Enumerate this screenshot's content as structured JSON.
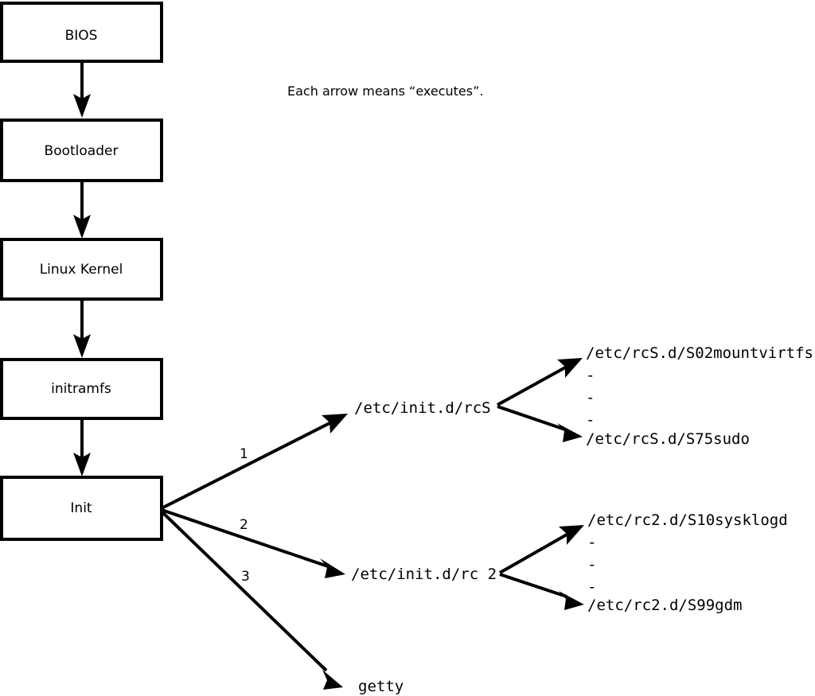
{
  "diagram": {
    "title_caption": "Each arrow means “executes”.",
    "boot_chain": [
      {
        "id": "bios",
        "label": "BIOS"
      },
      {
        "id": "bootloader",
        "label": "Bootloader"
      },
      {
        "id": "kernel",
        "label": "Linux Kernel"
      },
      {
        "id": "initramfs",
        "label": "initramfs"
      },
      {
        "id": "init",
        "label": "Init"
      }
    ],
    "init_branches": [
      {
        "number": "1",
        "target": "/etc/init.d/rcS"
      },
      {
        "number": "2",
        "target": "/etc/init.d/rc 2"
      },
      {
        "number": "3",
        "target": "getty"
      }
    ],
    "rcs_scripts": {
      "first": "/etc/rcS.d/S02mountvirtfs",
      "ellipsis": [
        "-",
        "-",
        "-"
      ],
      "last": "/etc/rcS.d/S75sudo"
    },
    "rc2_scripts": {
      "first": "/etc/rc2.d/S10sysklogd",
      "ellipsis": [
        "-",
        "-",
        "-"
      ],
      "last": "/etc/rc2.d/S99gdm"
    },
    "colors": {
      "stroke": "#000000",
      "fill": "#ffffff",
      "text": "#000000"
    }
  }
}
